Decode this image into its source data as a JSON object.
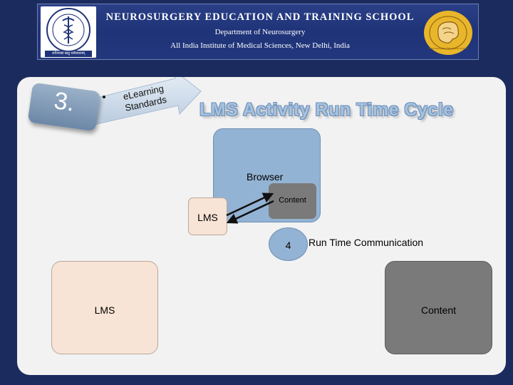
{
  "header": {
    "title": "NEUROSURGERY EDUCATION AND TRAINING SCHOOL",
    "department": "Department of Neurosurgery",
    "institute": "All India Institute of Medical Sciences, New Delhi, India",
    "left_logo_icon": "aiims-caduceus-logo-icon",
    "left_logo_motto": "शरीरमाद्यं खलु धर्मसाधनम्",
    "right_logo_icon": "brain-emblem-logo-icon",
    "right_logo_text": "Neurosurgery Education and Training School"
  },
  "badge": {
    "number": "3.",
    "label_line1": "eLearning",
    "label_line2": "Standards"
  },
  "slide": {
    "title": "LMS Activity Run Time Cycle",
    "browser_label": "Browser",
    "content_small_label": "Content",
    "lms_small_label": "LMS",
    "step_number": "4",
    "step_label": "Run Time Communication",
    "lms_big_label": "LMS",
    "content_big_label": "Content"
  },
  "colors": {
    "background": "#1c2b5e",
    "header_bg": "#22377d",
    "slide_bg": "#f2f2f2",
    "browser_blue": "#93b3d4",
    "lms_peach": "#f8e4d6",
    "content_gray": "#7a7a7a",
    "title_blue": "#a5c3e0"
  }
}
